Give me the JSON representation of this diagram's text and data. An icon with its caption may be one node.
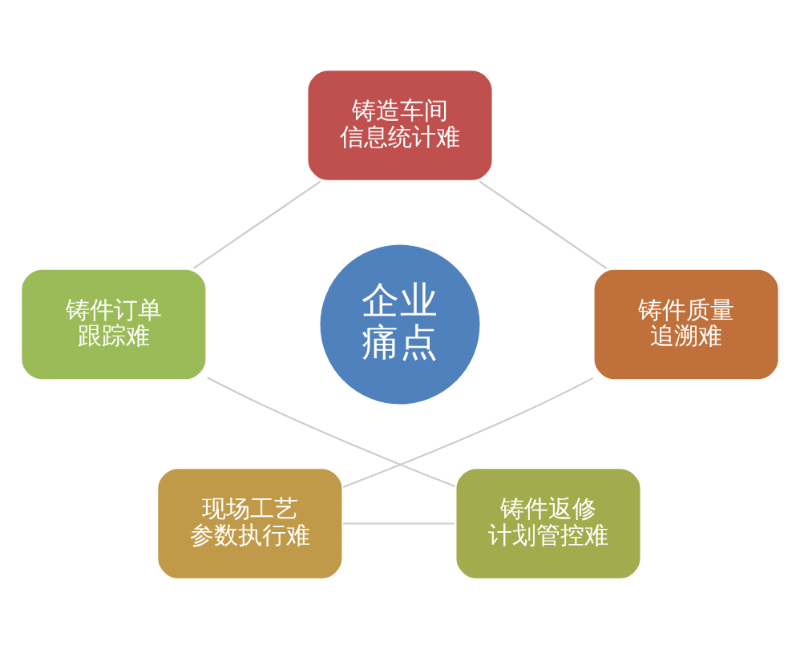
{
  "diagram": {
    "nodes": [
      {
        "text": [
          "铸造车间信息统计难"
        ]
      },
      {
        "text": [
          "铸件订单跟踪难"
        ]
      },
      {
        "text": [
          "企业痛点"
        ]
      },
      {
        "text": [
          "铸件质量追溯难"
        ]
      },
      {
        "text": [
          "铸件返修计划管控难"
        ]
      },
      {
        "text": [
          "现场工艺参数执行难"
        ]
      }
    ],
    "edges": [
      {
        "from": 0,
        "to": 3,
        "arrow": "none"
      },
      {
        "from": 3,
        "to": 5,
        "arrow": "none"
      },
      {
        "from": 5,
        "to": 4,
        "arrow": "none"
      },
      {
        "from": 4,
        "to": 1,
        "arrow": "none"
      },
      {
        "from": 1,
        "to": 0,
        "arrow": "none"
      }
    ]
  }
}
